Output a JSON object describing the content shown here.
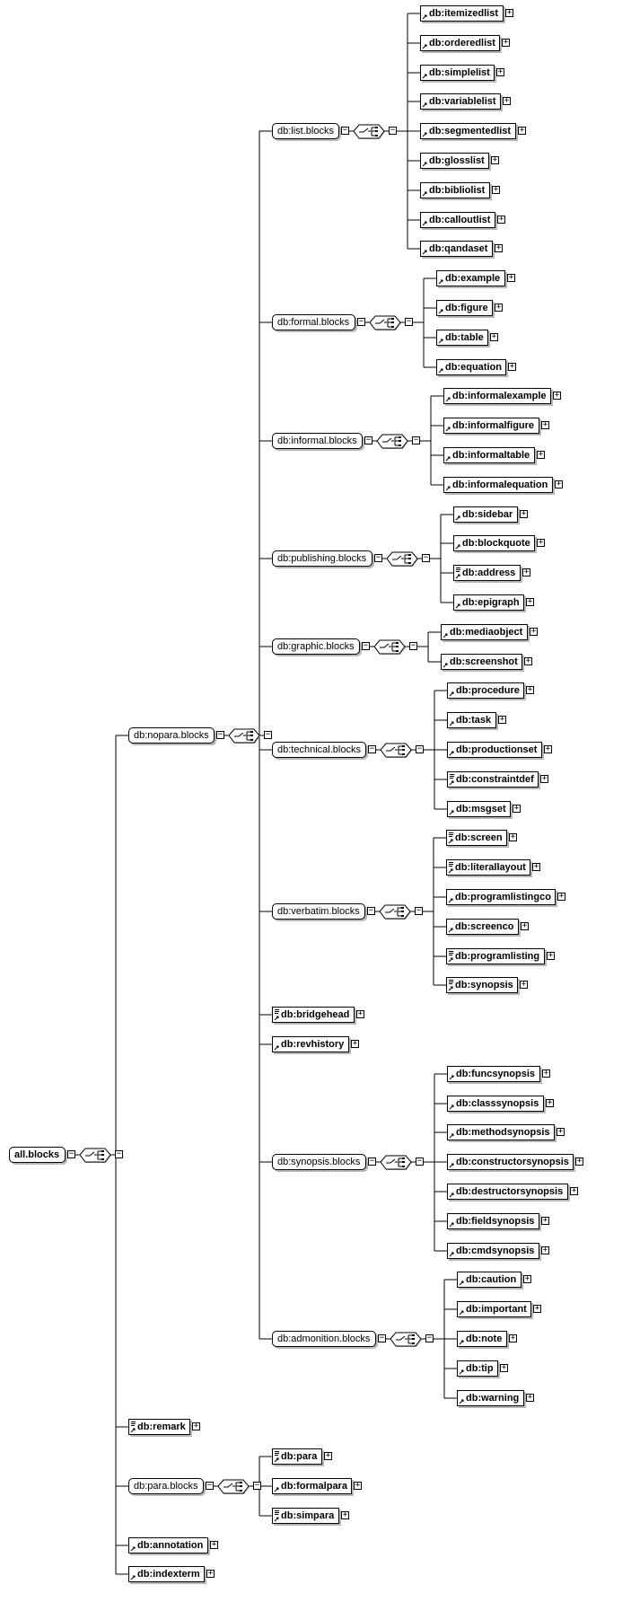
{
  "diagram": {
    "root": {
      "label": "all.blocks",
      "children": [
        {
          "label": "db:nopara.blocks",
          "kind": "group",
          "children": [
            {
              "label": "db:list.blocks",
              "kind": "group",
              "children": [
                {
                  "label": "db:itemizedlist",
                  "kind": "element"
                },
                {
                  "label": "db:orderedlist",
                  "kind": "element"
                },
                {
                  "label": "db:simplelist",
                  "kind": "element"
                },
                {
                  "label": "db:variablelist",
                  "kind": "element"
                },
                {
                  "label": "db:segmentedlist",
                  "kind": "element"
                },
                {
                  "label": "db:glosslist",
                  "kind": "element"
                },
                {
                  "label": "db:bibliolist",
                  "kind": "element"
                },
                {
                  "label": "db:calloutlist",
                  "kind": "element"
                },
                {
                  "label": "db:qandaset",
                  "kind": "element"
                }
              ]
            },
            {
              "label": "db:formal.blocks",
              "kind": "group",
              "children": [
                {
                  "label": "db:example",
                  "kind": "element"
                },
                {
                  "label": "db:figure",
                  "kind": "element"
                },
                {
                  "label": "db:table",
                  "kind": "element"
                },
                {
                  "label": "db:equation",
                  "kind": "element"
                }
              ]
            },
            {
              "label": "db:informal.blocks",
              "kind": "group",
              "children": [
                {
                  "label": "db:informalexample",
                  "kind": "element"
                },
                {
                  "label": "db:informalfigure",
                  "kind": "element"
                },
                {
                  "label": "db:informaltable",
                  "kind": "element"
                },
                {
                  "label": "db:informalequation",
                  "kind": "element"
                }
              ]
            },
            {
              "label": "db:publishing.blocks",
              "kind": "group",
              "children": [
                {
                  "label": "db:sidebar",
                  "kind": "element"
                },
                {
                  "label": "db:blockquote",
                  "kind": "element"
                },
                {
                  "label": "db:address",
                  "kind": "element",
                  "mixed": true
                },
                {
                  "label": "db:epigraph",
                  "kind": "element"
                }
              ]
            },
            {
              "label": "db:graphic.blocks",
              "kind": "group",
              "children": [
                {
                  "label": "db:mediaobject",
                  "kind": "element"
                },
                {
                  "label": "db:screenshot",
                  "kind": "element"
                }
              ]
            },
            {
              "label": "db:technical.blocks",
              "kind": "group",
              "children": [
                {
                  "label": "db:procedure",
                  "kind": "element"
                },
                {
                  "label": "db:task",
                  "kind": "element"
                },
                {
                  "label": "db:productionset",
                  "kind": "element"
                },
                {
                  "label": "db:constraintdef",
                  "kind": "element",
                  "mixed": true
                },
                {
                  "label": "db:msgset",
                  "kind": "element"
                }
              ]
            },
            {
              "label": "db:verbatim.blocks",
              "kind": "group",
              "children": [
                {
                  "label": "db:screen",
                  "kind": "element",
                  "mixed": true
                },
                {
                  "label": "db:literallayout",
                  "kind": "element",
                  "mixed": true
                },
                {
                  "label": "db:programlistingco",
                  "kind": "element"
                },
                {
                  "label": "db:screenco",
                  "kind": "element"
                },
                {
                  "label": "db:programlisting",
                  "kind": "element",
                  "mixed": true
                },
                {
                  "label": "db:synopsis",
                  "kind": "element",
                  "mixed": true
                }
              ]
            },
            {
              "label": "db:bridgehead",
              "kind": "element",
              "mixed": true
            },
            {
              "label": "db:revhistory",
              "kind": "element"
            },
            {
              "label": "db:synopsis.blocks",
              "kind": "group",
              "children": [
                {
                  "label": "db:funcsynopsis",
                  "kind": "element"
                },
                {
                  "label": "db:classsynopsis",
                  "kind": "element"
                },
                {
                  "label": "db:methodsynopsis",
                  "kind": "element"
                },
                {
                  "label": "db:constructorsynopsis",
                  "kind": "element"
                },
                {
                  "label": "db:destructorsynopsis",
                  "kind": "element"
                },
                {
                  "label": "db:fieldsynopsis",
                  "kind": "element"
                },
                {
                  "label": "db:cmdsynopsis",
                  "kind": "element"
                }
              ]
            },
            {
              "label": "db:admonition.blocks",
              "kind": "group",
              "children": [
                {
                  "label": "db:caution",
                  "kind": "element"
                },
                {
                  "label": "db:important",
                  "kind": "element"
                },
                {
                  "label": "db:note",
                  "kind": "element"
                },
                {
                  "label": "db:tip",
                  "kind": "element"
                },
                {
                  "label": "db:warning",
                  "kind": "element"
                }
              ]
            }
          ]
        },
        {
          "label": "db:remark",
          "kind": "element",
          "mixed": true
        },
        {
          "label": "db:para.blocks",
          "kind": "group",
          "children": [
            {
              "label": "db:para",
              "kind": "element",
              "mixed": true
            },
            {
              "label": "db:formalpara",
              "kind": "element"
            },
            {
              "label": "db:simpara",
              "kind": "element",
              "mixed": true
            }
          ]
        },
        {
          "label": "db:annotation",
          "kind": "element"
        },
        {
          "label": "db:indexterm",
          "kind": "element"
        }
      ]
    }
  }
}
